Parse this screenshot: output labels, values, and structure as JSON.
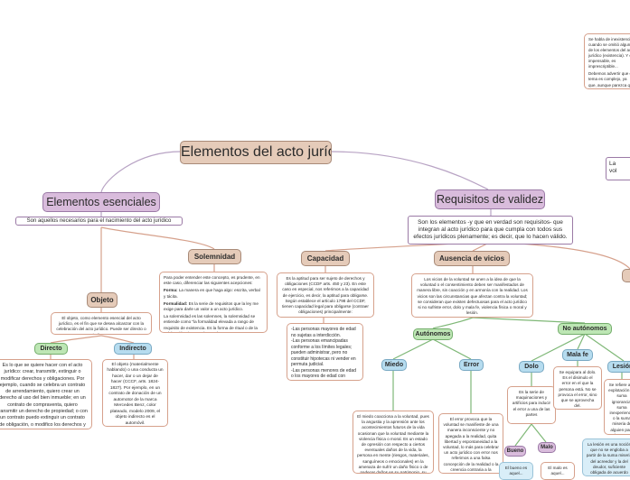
{
  "title": "Elementos del acto jurídico",
  "essential": {
    "label": "Elementos esenciales",
    "definition": "Son aquellos necesarios para el nacimiento del acto jurídico",
    "objeto": {
      "label": "Objeto",
      "text": "El objeto, como elemento esencial del acto jurídico, es el fin que se desea alcanzar con la celebración del acto jurídico. Puede ser directo o indirecto."
    },
    "directo": {
      "label": "Directo",
      "text": "Es lo que se quiere hacer con el acto jurídico: crear, transmitir, extinguir o modificar derechos y obligaciones. Por ejemplo, cuando se celebra un contrato de arrendamiento, quiero crear un derecho al uso del bien inmueble; en un contrato de compraventa, quiero transmitir un derecho de propiedad; o con un contrato puedo extinguir un contrato de obligación, o modifico los derechos y obligaciones que se tienen con la relación entre las dos partes."
    },
    "indirecto": {
      "label": "Indirecto",
      "text": "El objeto (materialmente hablando) o una conducta un hacer, dar o un dejar de hacer (CCCF, arts. 1824-1827). Por ejemplo, en un contrato de donación de un automotor de la marca Mercedes Benz, color plateado, modelo 2009, el objeto indirecto es el automóvil."
    },
    "solemnidad": {
      "label": "Solemnidad",
      "text_1": "Para poder entender este concepto, es prudente, en este caso, diferenciar las siguientes acepciones:",
      "forma_term": "Forma:",
      "forma_text": " La manera en que haga algo: escrita, verbal y tácita.",
      "formalidad_term": "Formalidad:",
      "formalidad_text": " Es la serie de requisitos que la ley me exige para darle un valor a un acto jurídico.",
      "text_2": "La solemnidad es las solemnes, la solemnidad se entiende como \"la formalidad elevada a rango de requisito de existencia. Es la forma de ritual o de la celebración sin esta el acto\" (CCDF arts. 1833 y 2228)."
    }
  },
  "validity": {
    "label": "Requisitos de validez",
    "definition": "Son los elementos -y que en verdad son requisitos- que integran al acto jurídico para que cumpla con todos sus efectos jurídicos plenamente; es decir, que lo hacen válido.",
    "capacidad": {
      "label": "Capacidad",
      "text": "Es la aptitud para ser sujeto de derechos y obligaciones (CCDF arts. 450 y 23). En este caso en especial, nos referimos a la capacidad de ejercicio, es decir, la aptitud para obligarse. Según establece el artículo 1798 del CCDF, tienen capacidad legal para obligarse (contraer obligaciones) principalmente:",
      "list": "-Las personas mayores de edad no sujetas a interdicción.\n-Las personas emancipadas conforme a los límites legales; pueden administrar, pero no constituir hipotecas ni vender en permuta judicial.\n-Las personas menores de edad o los mayores de edad con cuadro de enajenamiento."
    },
    "vicios": {
      "label": "Ausencia de vicios",
      "intro": "Los vicios de la voluntad se unen a la idea de que la voluntad o el consentimiento deben ser manifestados de manera libre, sin coacción y en armonía con la realidad. Los vicios son las circunstancias que afectan contra la voluntad; se consideran que existen defectuosas para el acto jurídico si no sufriste error, dolo y mala fe, violencia física o moral y lesión.",
      "autonomos": "Autónomos",
      "no_autonomos": "No autónomos",
      "miedo": {
        "label": "Miedo",
        "text": "El miedo coacciona a la voluntad, pues la angustia y la aprensión ante los acontecimientos futuros de la vida ocasionan que la voluntad mediante la violencia física o moral. Es un estado de opresión con respecto a ciertos eventuales daños de la vida, la persona en mente (riesgos, materiales, sanguíneos o emocionales) en la amenaza de sufrir un daño físico o de padecer daños en su patrimonio, su familia o su honor. La violencia física o moral coloca a la persona en una situación angustiante, es decir, le impide a voluntad."
      },
      "error": {
        "label": "Error",
        "text": "El error provoca que la voluntad se manifieste de una manera inconsciente y no apegada a la realidad, quita libertad y espontaneidad a la voluntad, lo más para celebrar un acto jurídico con error nos referimos a una falsa concepción de la realidad o la creencia contraria a la realidad. La persona se obliga partiendo de una falsa creencia. Hay un conocimiento falso."
      },
      "dolo": {
        "label": "Dolo",
        "text": "Es la serie de maquinaciones y artificios para inducir el error a una de las partes"
      },
      "dolo_bueno": "Bueno",
      "dolo_malo": "Malo",
      "dolo_bueno_text": "El bueno es aquel...",
      "dolo_malo_text": "El malo es aquel...",
      "mala_fe": {
        "label": "Mala fe",
        "text": "Se equipara al dolo. Es el disimulo el error en el que la persona está. No se provoca el error, sino que se aprovecha del."
      },
      "lesion": {
        "label": "Lesión",
        "text": "Se refiere a la explotación de suma ignorancia, suma inexperiencia o la suma miseria de alguien para obtener un lucro excesivo que se evidencia desproporcionado a lo que ella se obliga en el contrato."
      },
      "lesion_blue": "La lesión es una noción que no se engloba a partir de la suma miseria del acreedor y la del deudor, suficiente obligada de acuerdo entre la cantidad de lo que se entrega."
    },
    "right_partial": {
      "line_1": "La",
      "line_2": "vol"
    }
  },
  "top_right_note": {
    "text_1": "Se habla de inexistencia cuando se omitió alguno de los elementos del acto jurídico (existencia). Y es impensable, es imprescriptible...",
    "text_2": "Debemos advertir que el tema es complejo, ya que, aunque parezca que se le considera como si no existiera realmente fuera inexistente, se usa la expresión en el sentido..."
  }
}
